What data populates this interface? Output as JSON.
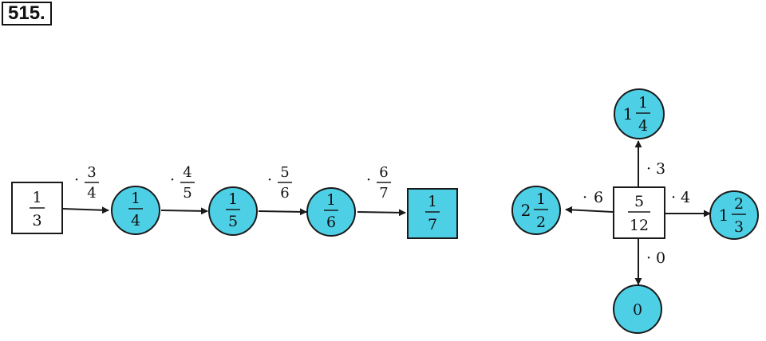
{
  "problem_number": "515.",
  "colors": {
    "node_fill": "#4dd0e6",
    "box_fill": "#ffffff",
    "stroke": "#1a1a1a"
  },
  "chain": {
    "start": {
      "num": "1",
      "den": "3"
    },
    "steps": [
      {
        "op_num": "3",
        "op_den": "4",
        "result": {
          "num": "1",
          "den": "4"
        }
      },
      {
        "op_num": "4",
        "op_den": "5",
        "result": {
          "num": "1",
          "den": "5"
        }
      },
      {
        "op_num": "5",
        "op_den": "6",
        "result": {
          "num": "1",
          "den": "6"
        }
      },
      {
        "op_num": "6",
        "op_den": "7",
        "result": {
          "num": "1",
          "den": "7"
        }
      }
    ]
  },
  "star": {
    "center": {
      "num": "5",
      "den": "12"
    },
    "up": {
      "op": "3",
      "whole": "1",
      "num": "1",
      "den": "4"
    },
    "right": {
      "op": "4",
      "whole": "1",
      "num": "2",
      "den": "3"
    },
    "left": {
      "op": "6",
      "whole": "2",
      "num": "1",
      "den": "2"
    },
    "down": {
      "op": "0",
      "value": "0"
    }
  }
}
